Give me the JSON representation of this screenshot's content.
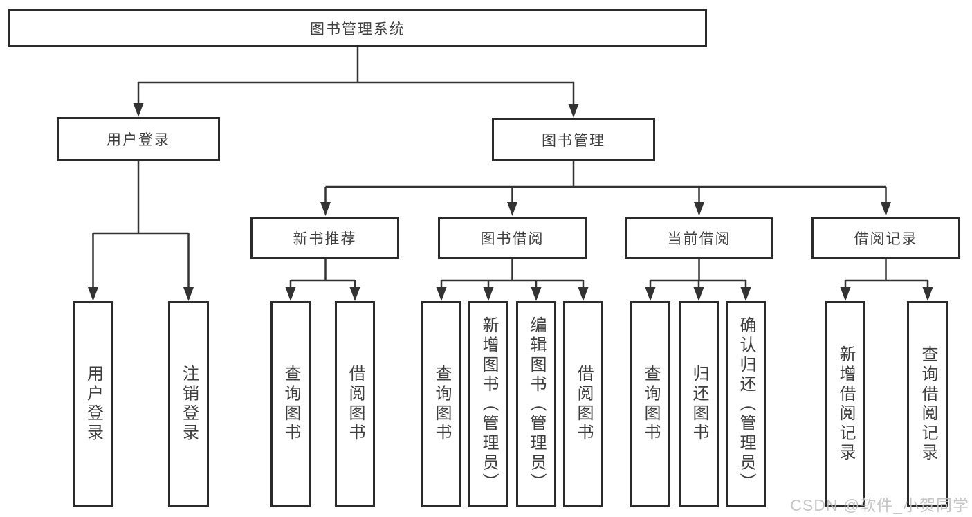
{
  "diagram": {
    "root": {
      "label": "图书管理系统"
    },
    "branches": [
      {
        "label": "用户登录",
        "children": [
          {
            "label": "用户登录"
          },
          {
            "label": "注销登录"
          }
        ]
      },
      {
        "label": "图书管理",
        "children": [
          {
            "label": "新书推荐",
            "children": [
              {
                "label": "查询图书"
              },
              {
                "label": "借阅图书"
              }
            ]
          },
          {
            "label": "图书借阅",
            "children": [
              {
                "label": "查询图书"
              },
              {
                "label": "新增图书（管理员）"
              },
              {
                "label": "编辑图书（管理员）"
              },
              {
                "label": "借阅图书"
              }
            ]
          },
          {
            "label": "当前借阅",
            "children": [
              {
                "label": "查询图书"
              },
              {
                "label": "归还图书"
              },
              {
                "label": "确认归还（管理员）"
              }
            ]
          },
          {
            "label": "借阅记录",
            "children": [
              {
                "label": "新增借阅记录"
              },
              {
                "label": "查询借阅记录"
              }
            ]
          }
        ]
      }
    ]
  },
  "watermark": {
    "text": "CSDN @软件_小贺同学"
  },
  "colors": {
    "line": "#333333",
    "box_border": "#2b2b2b",
    "text": "#3f3f3f",
    "background": "#ffffff",
    "watermark": "#c2c2c2"
  }
}
